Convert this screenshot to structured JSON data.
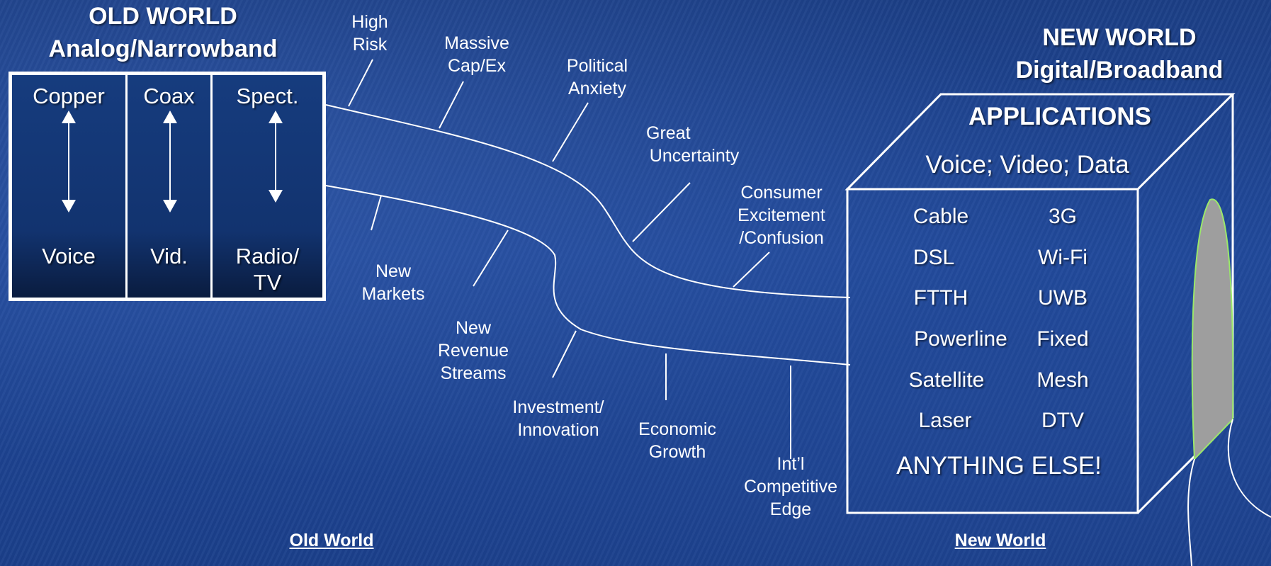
{
  "old_world": {
    "title_line1": "OLD WORLD",
    "title_line2": "Analog/Narrowband",
    "columns": [
      {
        "top": "Copper",
        "bottom": "Voice"
      },
      {
        "top": "Coax",
        "bottom": "Vid."
      },
      {
        "top": "Spect.",
        "bottom_line1": "Radio/",
        "bottom_line2": "TV"
      }
    ]
  },
  "new_world": {
    "title_line1": "NEW WORLD",
    "title_line2": "Digital/Broadband",
    "applications": "APPLICATIONS",
    "services": "Voice; Video; Data",
    "technologies_left": [
      "Cable",
      "DSL",
      "FTTH",
      "Powerline",
      "Satellite",
      "Laser"
    ],
    "technologies_right": [
      "3G",
      "Wi-Fi",
      "UWB",
      "Fixed",
      "Mesh",
      "DTV"
    ],
    "anything_else": "ANYTHING ELSE!"
  },
  "upper_labels": [
    {
      "line1": "High",
      "line2": "Risk"
    },
    {
      "line1": "Massive",
      "line2": "Cap/Ex"
    },
    {
      "line1": "Political",
      "line2": "Anxiety"
    },
    {
      "line1": "Great",
      "line2": "Uncertainty"
    },
    {
      "line1": "Consumer",
      "line2": "Excitement",
      "line3": "/Confusion"
    }
  ],
  "lower_labels": [
    {
      "line1": "New",
      "line2": "Markets"
    },
    {
      "line1": "New",
      "line2": "Revenue",
      "line3": "Streams"
    },
    {
      "line1": "Investment/",
      "line2": "Innovation"
    },
    {
      "line1": "Economic",
      "line2": "Growth"
    },
    {
      "line1": "Int’l",
      "line2": "Competitive",
      "line3": "Edge"
    }
  ],
  "footer": {
    "old": "Old World",
    "new": "New World"
  },
  "colors": {
    "background": "#1f4494",
    "line": "#ffffff",
    "shield": "#9e9e9e",
    "shield_edge": "#9be86a"
  }
}
